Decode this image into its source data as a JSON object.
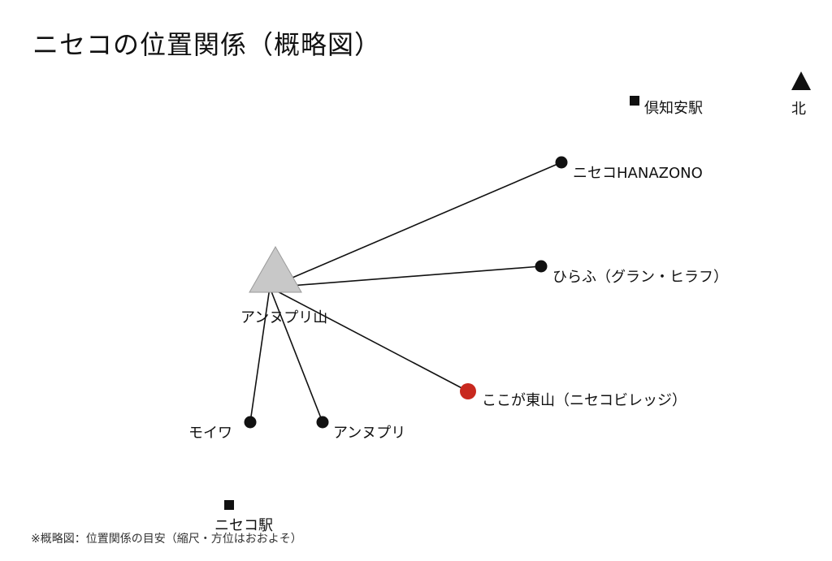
{
  "title": "ニセコの位置関係（概略図）",
  "compass": {
    "label": "北",
    "icon": "north-arrow-icon"
  },
  "mountain": {
    "label": "アンヌプリ山",
    "icon": "mountain-triangle-icon",
    "color": "#c8c8c8"
  },
  "stations": [
    {
      "id": "kutchan",
      "label": "倶知安駅",
      "icon": "station-square-icon"
    },
    {
      "id": "niseko",
      "label": "ニセコ駅",
      "icon": "station-square-icon"
    }
  ],
  "resorts": [
    {
      "id": "hanazono",
      "label": "ニセコHANAZONO",
      "color": "#111111"
    },
    {
      "id": "hirafu",
      "label": "ひらふ（グラン・ヒラフ）",
      "color": "#111111"
    },
    {
      "id": "higashiyama",
      "label": "ここが東山（ニセコビレッジ）",
      "color": "#c8281e"
    },
    {
      "id": "annupuri",
      "label": "アンヌプリ",
      "color": "#111111"
    },
    {
      "id": "moiwa",
      "label": "モイワ",
      "color": "#111111"
    }
  ],
  "note": "※概略図：位置関係の目安（縮尺・方位はおおよそ）"
}
